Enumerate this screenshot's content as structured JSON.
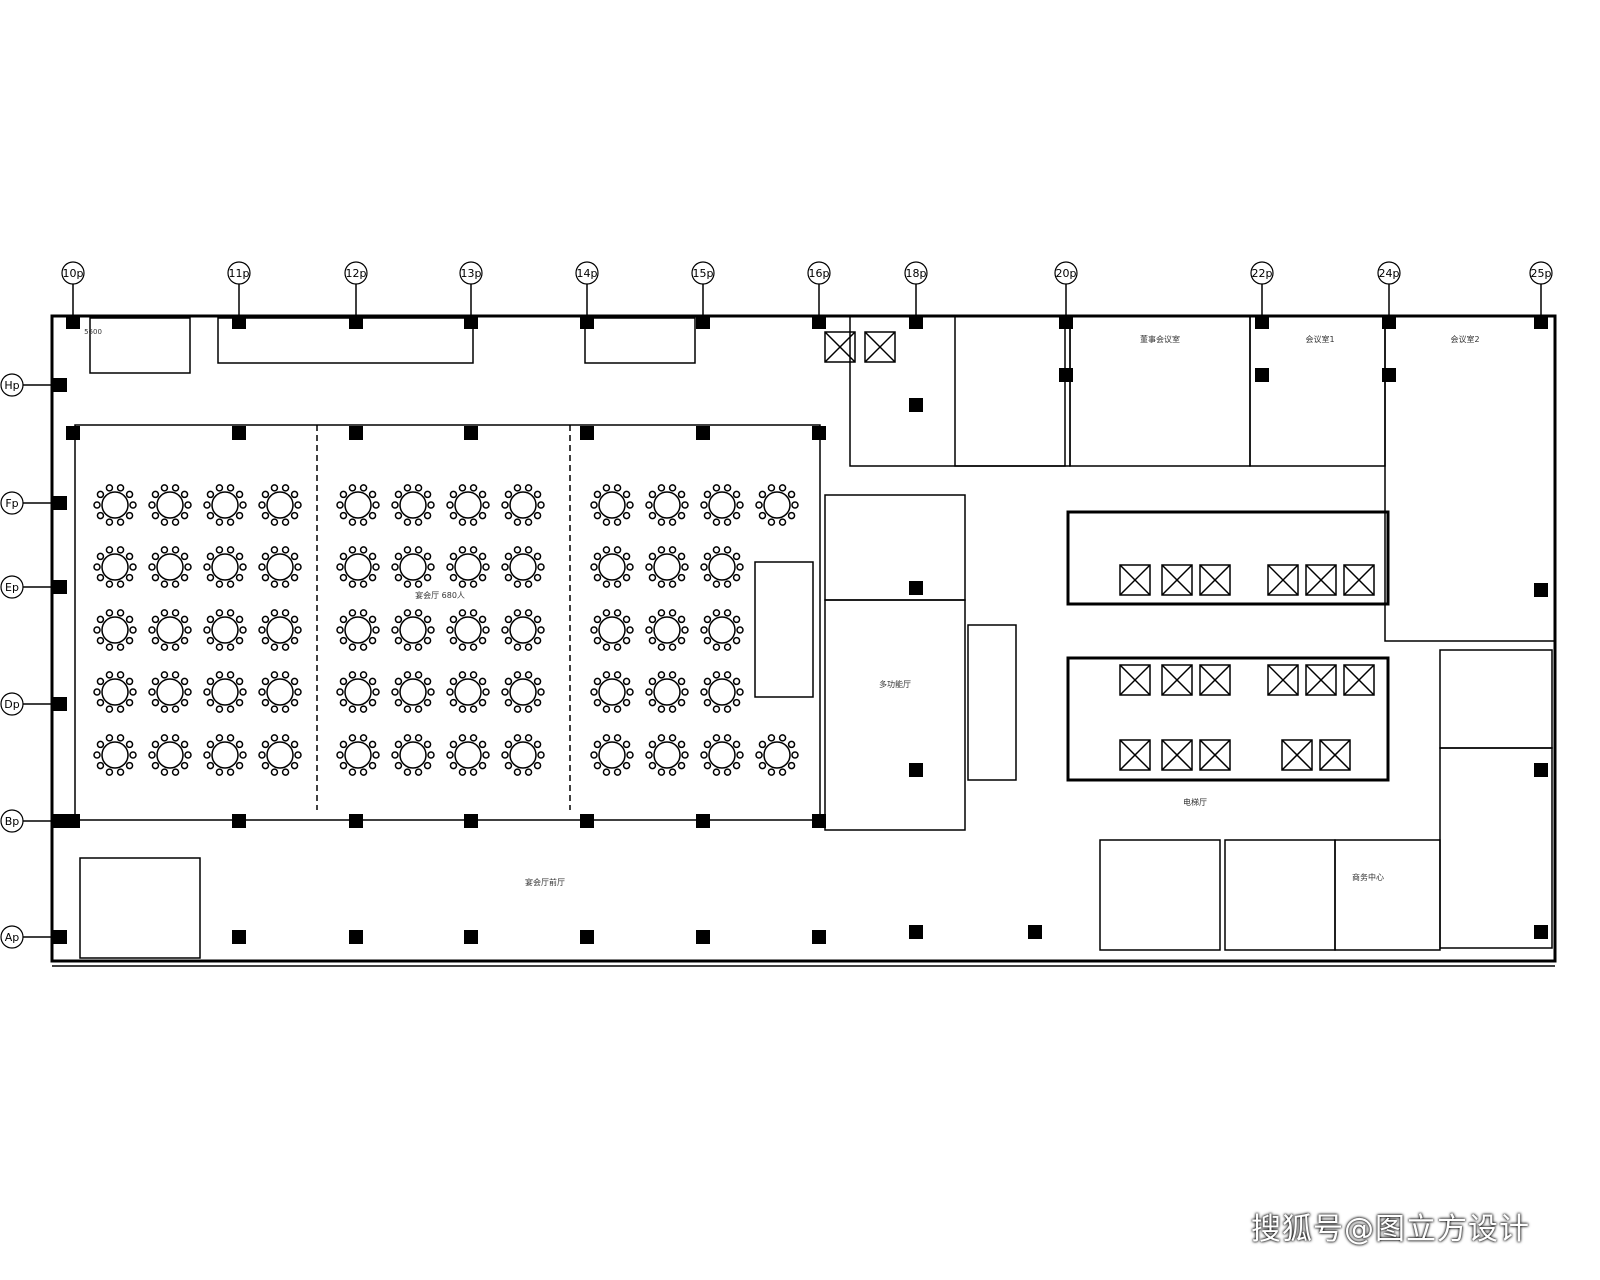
{
  "drawing": {
    "grid_columns": [
      "10p",
      "11p",
      "12p",
      "13p",
      "14p",
      "15p",
      "16p",
      "18p",
      "20p",
      "22p",
      "24p",
      "25p"
    ],
    "grid_rows": [
      "Hp",
      "Fp",
      "Ep",
      "Dp",
      "Bp",
      "Ap"
    ],
    "dimension_note": "5600",
    "room_labels": {
      "banquet_hall": "宴会厅 680人",
      "banquet_prefunction": "宴会厅前厅",
      "multi_function": "多功能厅",
      "elevator_lobby": "电梯厅",
      "meeting_room_1": "会议室1",
      "meeting_room_2": "会议室2",
      "vip_meeting": "董事会议室",
      "business_center": "商务中心"
    },
    "banquet_tables": {
      "rows": 5,
      "sections": 3,
      "columns_per_section": 4
    }
  },
  "watermark": "搜狐号@图立方设计"
}
